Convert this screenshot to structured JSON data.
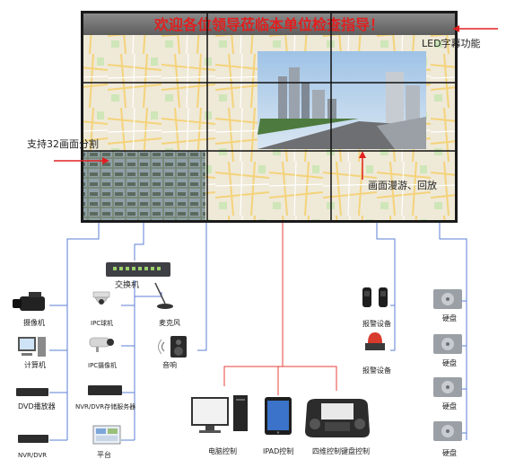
{
  "led_banner": "欢迎各位领导莅临本单位检查指导！",
  "callouts": {
    "led": "LED字幕功能",
    "split": "支持32画面分割",
    "roam": "画面漫游、回放"
  },
  "devices": {
    "switch": "交换机",
    "camcorder": "摄像机",
    "ipc_dome": "IPC球机",
    "microphone": "麦克风",
    "computer": "计算机",
    "ipc_camera": "IPC摄像机",
    "speaker": "音响",
    "dvd": "DVD播放器",
    "nvr_server": "NVR/DVR存储服务器",
    "nvr_dvr": "NVR/DVR",
    "platform": "平台",
    "alarm1": "报警设备",
    "alarm2": "报警设备",
    "disk1": "硬盘",
    "disk2": "硬盘",
    "disk3": "硬盘",
    "disk4": "硬盘",
    "pc_control": "电脑控制",
    "ipad_control": "IPAD控制",
    "keyboard_control": "四维控制键盘控制"
  },
  "colors": {
    "line_blue": "#5b7fd6",
    "line_red": "#e8403a",
    "banner_text": "#e02020",
    "callout_arrow": "#e02020"
  }
}
